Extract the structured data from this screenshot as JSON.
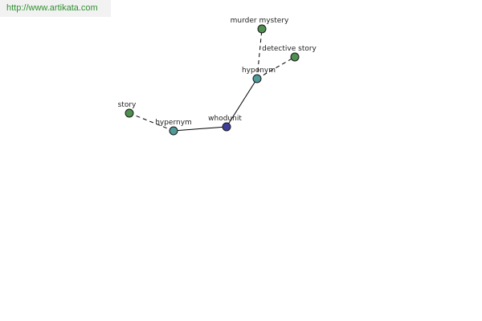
{
  "site": {
    "url": "http://www.artikata.com"
  },
  "colors": {
    "center_node": "#3b3f9a",
    "relation_node": "#4f9a9a",
    "word_node": "#4f8f4f",
    "edge": "#000000",
    "site_link": "#2f8f2f"
  },
  "graph": {
    "nodes": [
      {
        "id": "whodunit",
        "label": "whodunit",
        "kind": "center"
      },
      {
        "id": "hypernym",
        "label": "hypernym",
        "kind": "relation"
      },
      {
        "id": "hyponym",
        "label": "hyponym",
        "kind": "relation"
      },
      {
        "id": "story",
        "label": "story",
        "kind": "word"
      },
      {
        "id": "murder-mystery",
        "label": "murder mystery",
        "kind": "word"
      },
      {
        "id": "detective-story",
        "label": "detective story",
        "kind": "word"
      }
    ],
    "edges": [
      {
        "from": "whodunit",
        "to": "hypernym",
        "style": "solid"
      },
      {
        "from": "whodunit",
        "to": "hyponym",
        "style": "solid"
      },
      {
        "from": "hypernym",
        "to": "story",
        "style": "dashed"
      },
      {
        "from": "hyponym",
        "to": "murder-mystery",
        "style": "dashed"
      },
      {
        "from": "hyponym",
        "to": "detective-story",
        "style": "dashed"
      }
    ]
  }
}
